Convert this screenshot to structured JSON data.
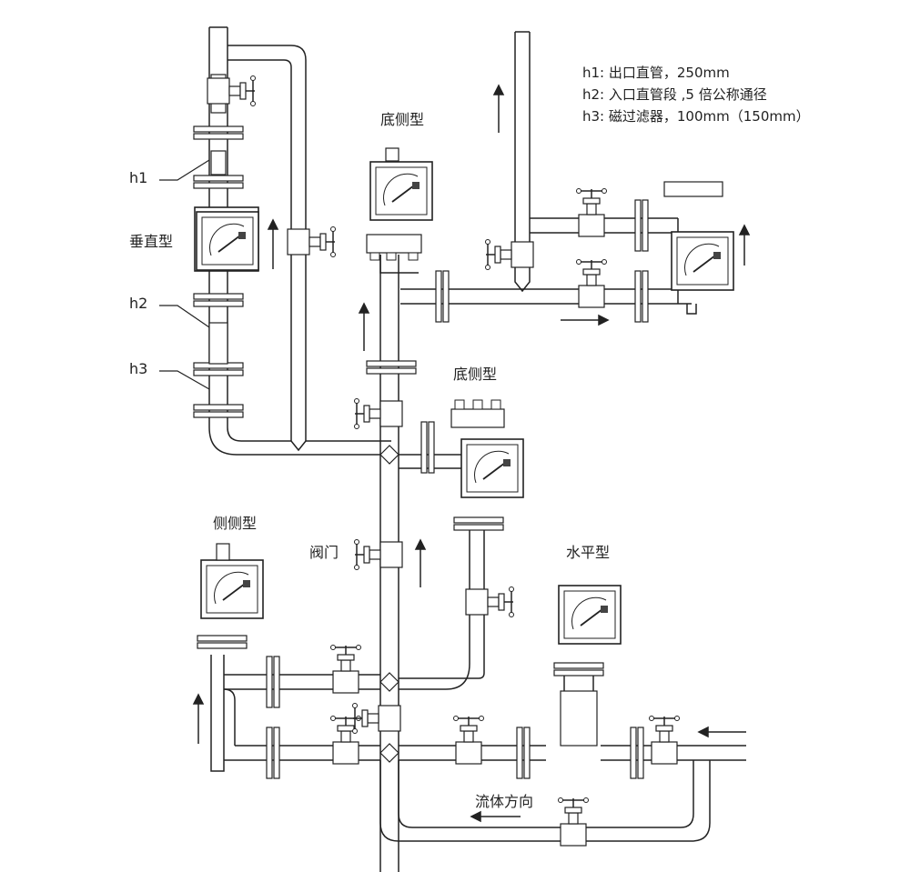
{
  "legend": {
    "h1": "h1: 出口直管，250mm",
    "h2": "h2: 入口直管段 ,5 倍公称通径",
    "h3": "h3: 磁过滤器，100mm（150mm）"
  },
  "labels": {
    "h1": "h1",
    "h2": "h2",
    "h3": "h3",
    "vertical_type": "垂直型",
    "bottom_side_top": "底侧型",
    "bottom_side_mid": "底侧型",
    "side_side": "侧侧型",
    "valve": "阀门",
    "horizontal_type": "水平型",
    "flow_direction": "流体方向"
  }
}
